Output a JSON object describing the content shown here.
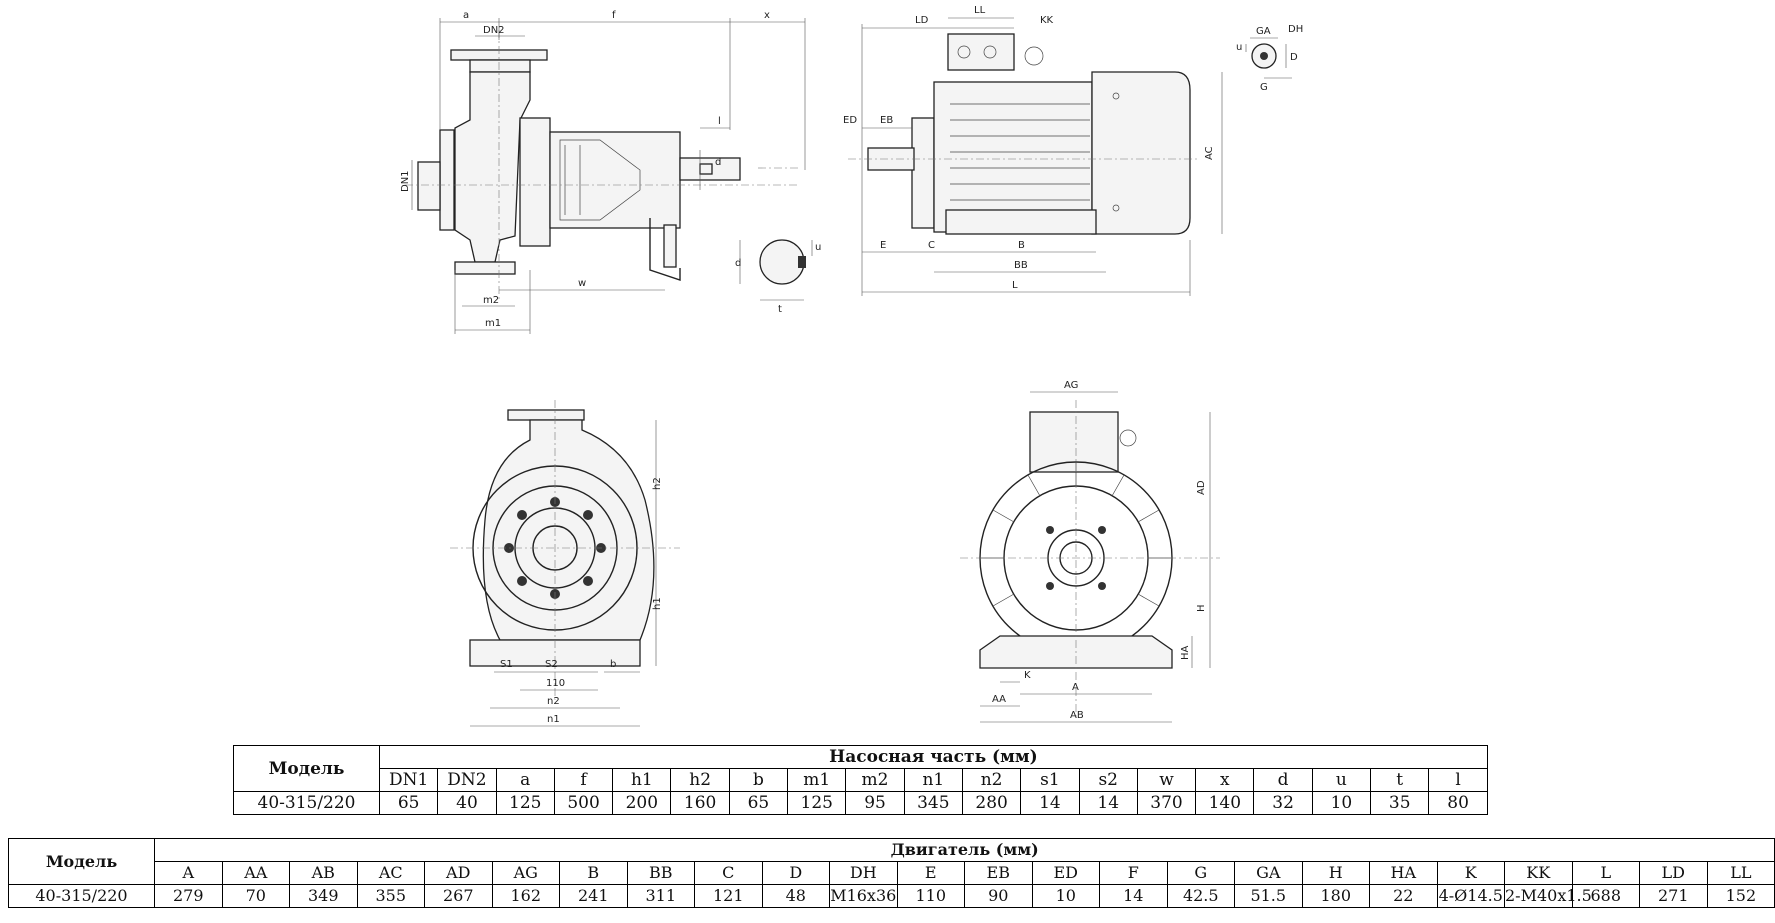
{
  "drawing_labels": {
    "pump_side": [
      "a",
      "DN2",
      "f",
      "x",
      "DN1",
      "l",
      "d",
      "w",
      "m2",
      "m1",
      "u",
      "t"
    ],
    "motor_side": [
      "LD",
      "LL",
      "KK",
      "ED",
      "EB",
      "AC",
      "E",
      "C",
      "B",
      "BB",
      "L"
    ],
    "shaft_detail": [
      "GA",
      "DH",
      "u",
      "D",
      "G"
    ],
    "pump_front": [
      "h2",
      "h1",
      "S1",
      "S2",
      "110",
      "b",
      "n2",
      "n1"
    ],
    "motor_front": [
      "AG",
      "AD",
      "H",
      "HA",
      "K",
      "A",
      "AA",
      "AB"
    ]
  },
  "pump_table": {
    "model_header": "Модель",
    "group_header": "Насосная часть (мм)",
    "columns": [
      "DN1",
      "DN2",
      "a",
      "f",
      "h1",
      "h2",
      "b",
      "m1",
      "m2",
      "n1",
      "n2",
      "s1",
      "s2",
      "w",
      "x",
      "d",
      "u",
      "t",
      "l"
    ],
    "rows": [
      {
        "model": "40-315/220",
        "values": [
          "65",
          "40",
          "125",
          "500",
          "200",
          "160",
          "65",
          "125",
          "95",
          "345",
          "280",
          "14",
          "14",
          "370",
          "140",
          "32",
          "10",
          "35",
          "80"
        ]
      }
    ]
  },
  "motor_table": {
    "model_header": "Модель",
    "group_header": "Двигатель (мм)",
    "columns": [
      "A",
      "AA",
      "AB",
      "AC",
      "AD",
      "AG",
      "B",
      "BB",
      "C",
      "D",
      "DH",
      "E",
      "EB",
      "ED",
      "F",
      "G",
      "GA",
      "H",
      "HA",
      "K",
      "KK",
      "L",
      "LD",
      "LL"
    ],
    "rows": [
      {
        "model": "40-315/220",
        "values": [
          "279",
          "70",
          "349",
          "355",
          "267",
          "162",
          "241",
          "311",
          "121",
          "48",
          "M16x36",
          "110",
          "90",
          "10",
          "14",
          "42.5",
          "51.5",
          "180",
          "22",
          "4-Ø14.5",
          "2-M40x1.5",
          "688",
          "271",
          "152"
        ]
      }
    ]
  }
}
